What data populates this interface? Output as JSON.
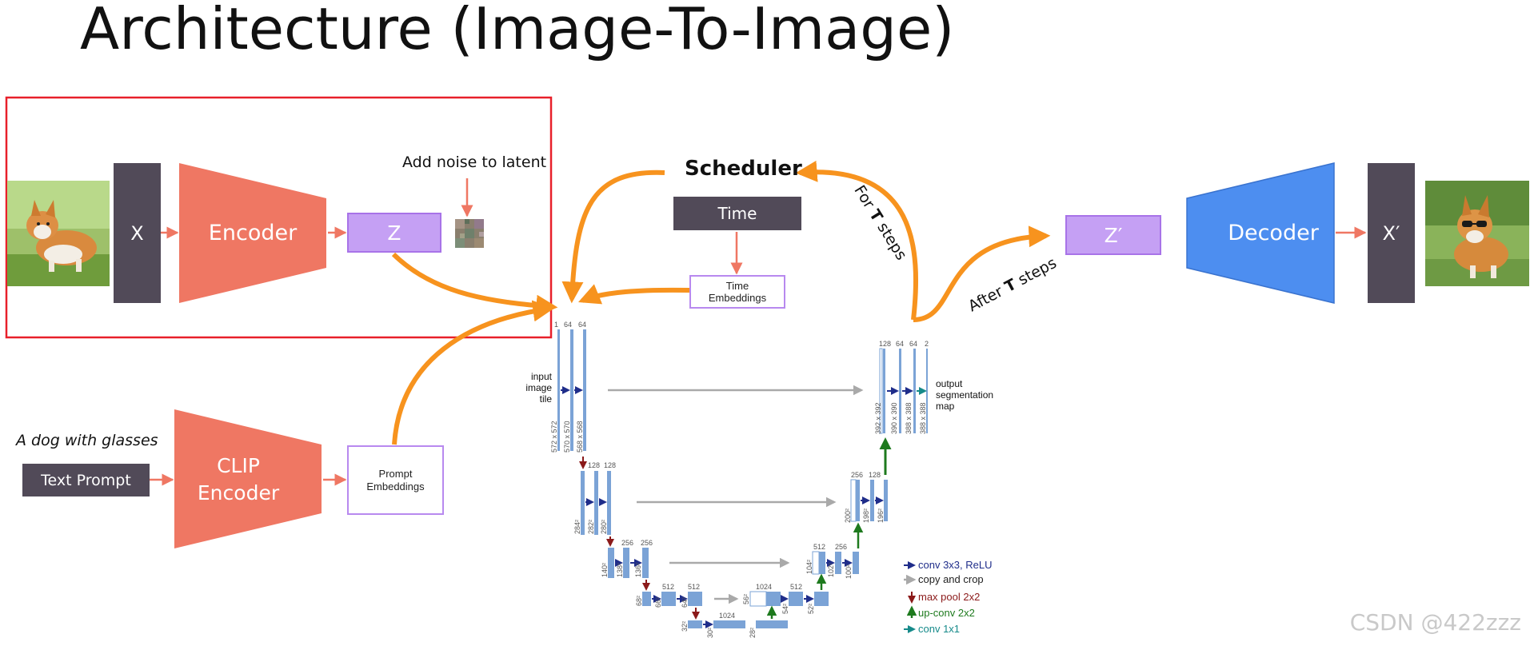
{
  "title": "Architecture (Image-To-Image)",
  "left": {
    "x_label": "X",
    "encoder_label": "Encoder",
    "z_label": "Z",
    "add_noise_label": "Add noise to latent"
  },
  "center": {
    "scheduler_label": "Scheduler",
    "time_label": "Time",
    "time_embeddings_label": "Time Embeddings",
    "for_steps": {
      "prefix": "For ",
      "bold": "T",
      "suffix": " steps"
    },
    "after_steps": {
      "prefix": "After ",
      "bold": "T",
      "suffix": " steps"
    }
  },
  "right": {
    "z_prime_label": "Z′",
    "decoder_label": "Decoder",
    "x_prime_label": "X′"
  },
  "prompt": {
    "caption": "A dog with glasses",
    "text_prompt_label": "Text Prompt",
    "clip_label_1": "CLIP",
    "clip_label_2": "Encoder",
    "prompt_embeddings_label": "Prompt Embeddings"
  },
  "unet": {
    "input_label_1": "input",
    "input_label_2": "image",
    "input_label_3": "tile",
    "output_label_1": "output",
    "output_label_2": "segmentation",
    "output_label_3": "map",
    "legend": [
      {
        "text": "conv 3x3, ReLU",
        "color": "#1f2d8a"
      },
      {
        "text": "copy and crop",
        "color": "#222222"
      },
      {
        "text": "max pool 2x2",
        "color": "#8b1a1a"
      },
      {
        "text": "up-conv 2x2",
        "color": "#1e7a1e"
      },
      {
        "text": "conv 1x1",
        "color": "#168a8a"
      }
    ],
    "channel_labels": [
      "1",
      "64",
      "64",
      "128",
      "128",
      "256",
      "256",
      "512",
      "512",
      "1024",
      "1024",
      "512",
      "512",
      "256",
      "256",
      "128",
      "128",
      "64",
      "64",
      "2"
    ],
    "size_labels": [
      "572 x 572",
      "570 x 570",
      "568 x 568",
      "284²",
      "282²",
      "280²",
      "140²",
      "138²",
      "136²",
      "68²",
      "66²",
      "64²",
      "32²",
      "30²",
      "28²",
      "56²",
      "54²",
      "52²",
      "104²",
      "102²",
      "100²",
      "200²",
      "198²",
      "196²",
      "392 x 392",
      "390 x 390",
      "388 x 388",
      "388 x 388"
    ]
  },
  "watermark": "CSDN @422zzz",
  "colors": {
    "orange_arrow": "#f7931e",
    "salmon": "#ef7763",
    "decoder_blue": "#4d8ef0",
    "dark_box": "#514a58",
    "highlight_red": "#e8202a",
    "unet_blue": "#7ba3d6"
  }
}
